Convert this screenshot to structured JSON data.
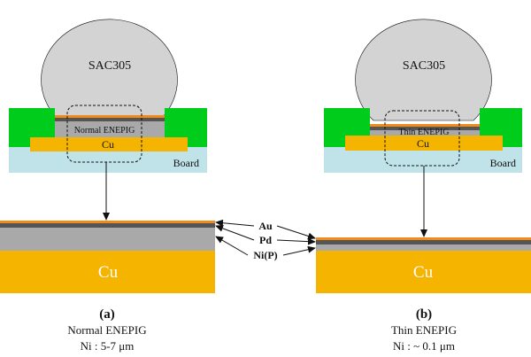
{
  "colors": {
    "solder": "#d3d3d3",
    "mask": "#00cc1c",
    "board": "#bfe3e8",
    "copper": "#f5b400",
    "nickel": "#a9a9a9",
    "palladium": "#555555",
    "gold": "#f08a1a",
    "outline": "#111111"
  },
  "labels": {
    "solder": "SAC305",
    "copper": "Cu",
    "board": "Board",
    "layer_au": "Au",
    "layer_pd": "Pd",
    "layer_ni": "Ni(P)"
  },
  "panels": [
    {
      "id": "a",
      "letter": "(a)",
      "finish_label": "Normal ENEPIG",
      "caption_title": "Normal ENEPIG",
      "caption_ni": "Ni : 5-7 μm"
    },
    {
      "id": "b",
      "letter": "(b)",
      "finish_label": "Thin ENEPIG",
      "caption_title": "Thin ENEPIG",
      "caption_ni": "Ni : ~ 0.1 μm"
    }
  ]
}
